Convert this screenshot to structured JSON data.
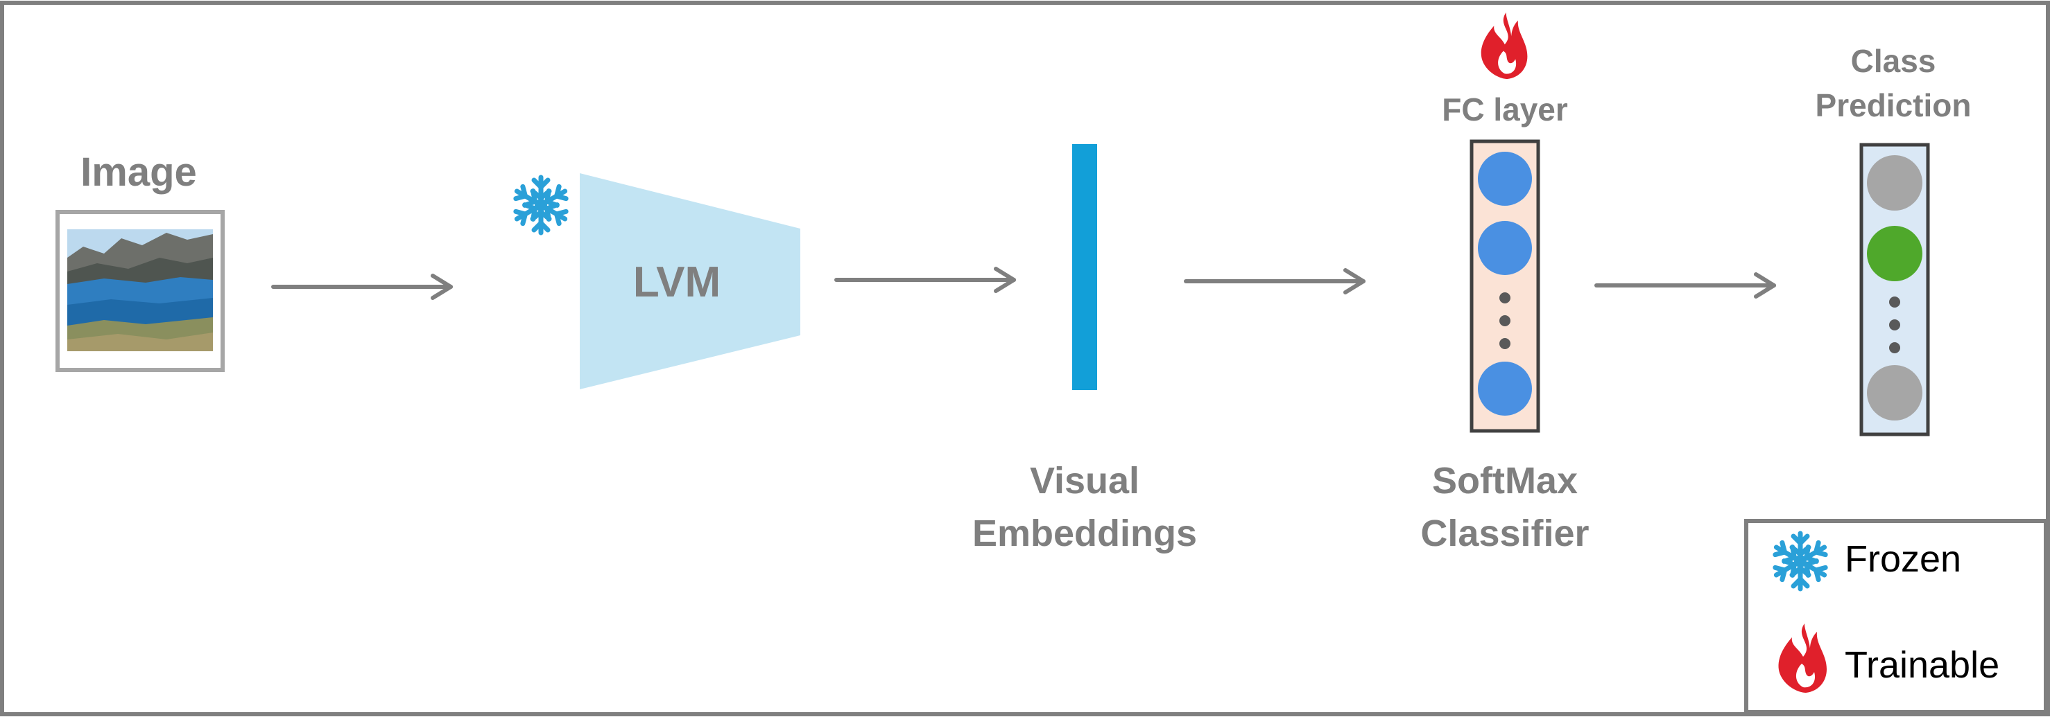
{
  "labels": {
    "image": "Image",
    "lvm": "LVM",
    "visual_embeddings_line1": "Visual",
    "visual_embeddings_line2": "Embeddings",
    "fc_layer": "FC layer",
    "softmax_line1": "SoftMax",
    "softmax_line2": "Classifier",
    "class_prediction_line1": "Class",
    "class_prediction_line2": "Prediction"
  },
  "legend": {
    "frozen": "Frozen",
    "trainable": "Trainable"
  },
  "icons": {
    "frozen": "snowflake-icon",
    "trainable": "flame-icon"
  },
  "colors": {
    "label_gray": "#7f7f7f",
    "arrow": "#7f7f7f",
    "lvm_fill": "#c2e4f3",
    "embedding_bar": "#129fd8",
    "fc_box": "#fbe3d6",
    "fc_node": "#4a90e2",
    "prediction_box": "#dae8f5",
    "prediction_inactive": "#a6a6a6",
    "prediction_active": "#4fa82b",
    "snowflake": "#2aa0d8",
    "flame": "#e0202b"
  }
}
